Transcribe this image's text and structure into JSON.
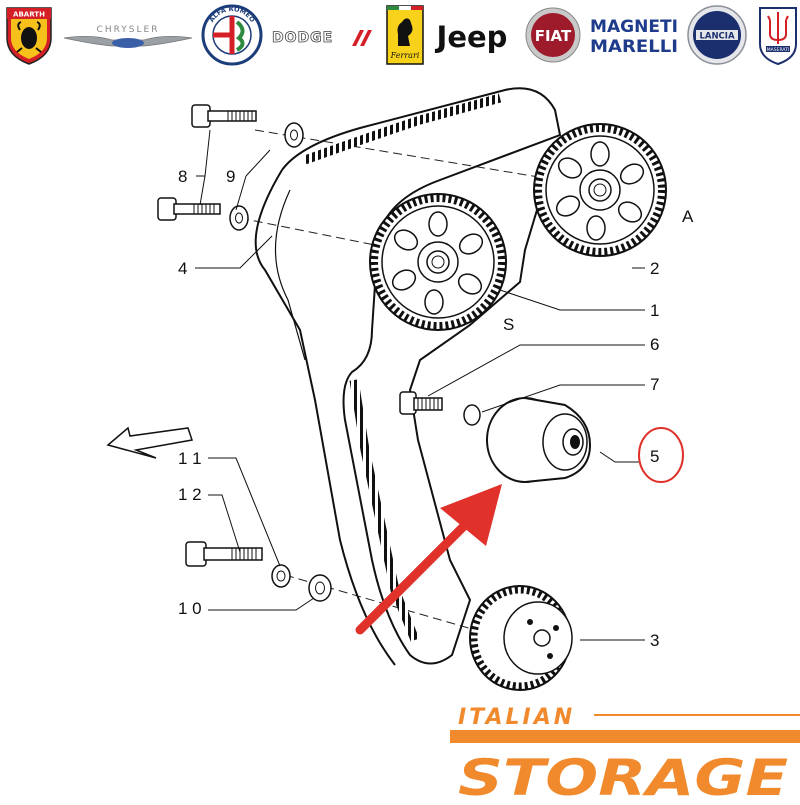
{
  "logos": [
    {
      "name": "abarth-logo",
      "text": "ABARTH"
    },
    {
      "name": "chrysler-logo",
      "text": "CHRYSLER"
    },
    {
      "name": "alfa-romeo-logo",
      "text": "ALFA ROMEO"
    },
    {
      "name": "dodge-logo",
      "text": "DODGE"
    },
    {
      "name": "ferrari-logo",
      "text": "Ferrari"
    },
    {
      "name": "jeep-logo",
      "text": "Jeep"
    },
    {
      "name": "fiat-logo",
      "text": "FIAT"
    },
    {
      "name": "magneti-marelli-logo",
      "text": "MAGNETI MARELLI"
    },
    {
      "name": "lancia-logo",
      "text": "LANCIA"
    },
    {
      "name": "maserati-logo",
      "text": "MASERATI"
    }
  ],
  "diagram": {
    "callouts": {
      "n1": "1",
      "n2": "2",
      "n3": "3",
      "n4": "4",
      "n5": "5",
      "n6": "6",
      "n7": "7",
      "n8": "8",
      "n9": "9",
      "n10": "1 0",
      "n11": "1 1",
      "n12": "1 2"
    },
    "letters": {
      "a": "A",
      "s": "S"
    },
    "highlight_color": "#e0312a"
  },
  "brand": {
    "line1": "ITALIAN",
    "line2": "STORAGE",
    "color": "#f08a2c"
  }
}
